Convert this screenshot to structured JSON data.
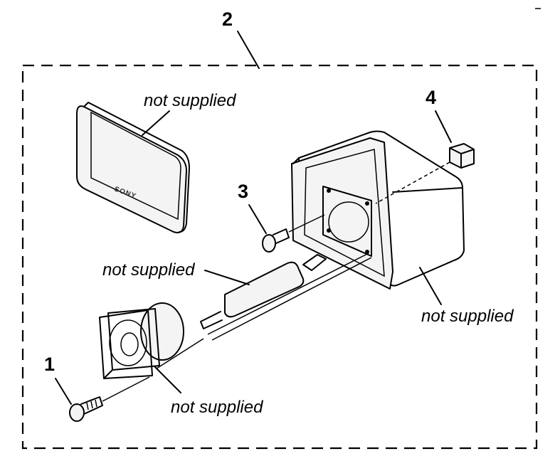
{
  "callouts": {
    "assembly": "2",
    "screw_front": "1",
    "screw_small": "3",
    "bracket": "4"
  },
  "labels": {
    "front_grille": "not supplied",
    "cable_wrap": "not supplied",
    "cabinet": "not supplied",
    "driver": "not supplied"
  },
  "logo_text": "SONY"
}
